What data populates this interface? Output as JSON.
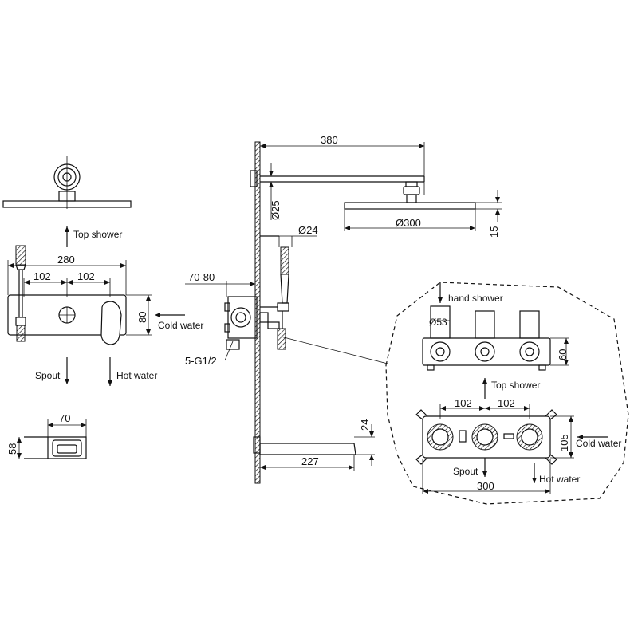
{
  "labels": {
    "top_shower_left": "Top shower",
    "cold_water_left": "Cold water",
    "spout_left": "Spout",
    "hot_water_left": "Hot water",
    "install_depth": "5-G1/2",
    "hand_shower": "hand shower",
    "top_shower_right": "Top shower",
    "cold_water_right": "Cold water",
    "spout_right": "Spout",
    "hot_water_right": "Hot water"
  },
  "dimensions": {
    "arm_length": "380",
    "arm_tube_dia": "Ø25",
    "head_dia": "Ø300",
    "head_thickness": "15",
    "hose_dia": "Ø24",
    "wall_depth": "70-80",
    "plate_width": "280",
    "left_pitch_a": "102",
    "left_pitch_b": "102",
    "plate_height": "80",
    "spout_front_width": "70",
    "spout_front_height": "58",
    "spout_projection": "227",
    "spout_height": "24",
    "knob_dia": "Ø53",
    "box_height": "60",
    "right_pitch_a": "102",
    "right_pitch_b": "102",
    "box_side": "105",
    "box_width": "300"
  }
}
